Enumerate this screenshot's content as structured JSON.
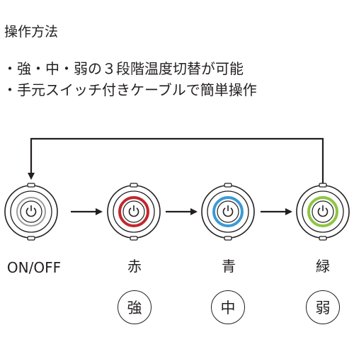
{
  "title": "操作方法",
  "bullets": [
    "強・中・弱の３段階温度切替が可能",
    "手元スイッチ付きケーブルで簡単操作"
  ],
  "bullet_mark": "・",
  "buttons": [
    {
      "label": "ON/OFF",
      "ring_color": null,
      "level": ""
    },
    {
      "label": "赤",
      "ring_color": "#c1272d",
      "level": "強"
    },
    {
      "label": "青",
      "ring_color": "#3b9ad6",
      "level": "中"
    },
    {
      "label": "緑",
      "ring_color": "#8cc63f",
      "level": "弱"
    }
  ],
  "icons": {
    "power": "power-icon",
    "arrow": "arrow-right-icon",
    "loop": "return-arrow-icon"
  },
  "colors": {
    "ink": "#231f20"
  }
}
